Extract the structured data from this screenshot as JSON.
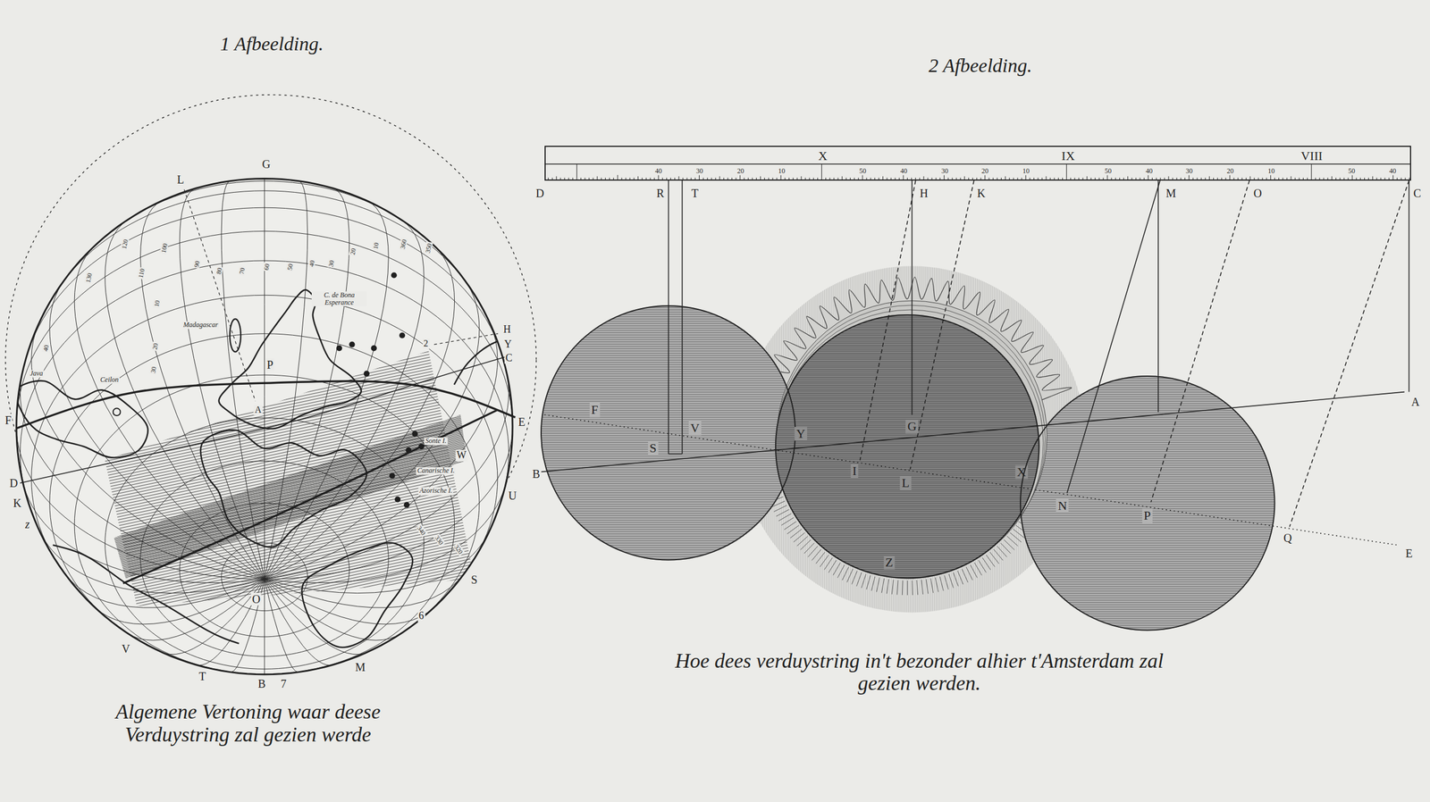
{
  "diagram": {
    "nodes": [
      {
        "text": [
          "X",
          "IX",
          "VIII"
        ]
      },
      {
        "text": [
          "F",
          "V",
          "S"
        ]
      },
      {
        "text": [
          "G",
          "Y",
          "I",
          "L",
          "X",
          "Z"
        ]
      },
      {
        "text": [
          "N",
          "P"
        ]
      }
    ],
    "edges": [
      {
        "from": 0,
        "to": 1,
        "arrow": "none"
      },
      {
        "from": 0,
        "to": 1,
        "arrow": "none"
      },
      {
        "from": 0,
        "to": 2,
        "arrow": "none"
      },
      {
        "from": 0,
        "to": 2,
        "arrow": "none"
      },
      {
        "from": 0,
        "to": 2,
        "arrow": "none"
      },
      {
        "from": 0,
        "to": 3,
        "arrow": "none"
      },
      {
        "from": 0,
        "to": 3,
        "arrow": "none"
      },
      {
        "from": 0,
        "to": 3,
        "arrow": "none"
      }
    ],
    "labels": [
      "1 Afbeelding.",
      "2 Afbeelding.",
      "G",
      "L",
      "C. de Bona Esperance",
      "Madagascar",
      "H",
      "Y",
      "C",
      "2",
      "P",
      "Java",
      "Ceilon",
      "A",
      "F",
      "E",
      "Sonte I.",
      "W",
      "Canarische I.",
      "D",
      "Azorische I.",
      "K",
      "U",
      "z",
      "S",
      "O",
      "6",
      "V",
      "M",
      "T",
      "B",
      "7",
      "Algemene Vertoning waar deese Verduystring zal gezien werde",
      "130",
      "120",
      "110",
      "100",
      "90",
      "80",
      "70",
      "60",
      "50",
      "40",
      "30",
      "20",
      "10",
      "360",
      "350",
      "10",
      "20",
      "30",
      "40",
      "340",
      "330",
      "320",
      "D",
      "R",
      "T",
      "H",
      "K",
      "M",
      "O",
      "C",
      "A",
      "B",
      "Q",
      "E",
      "40",
      "30",
      "20",
      "10",
      "50",
      "40",
      "30",
      "20",
      "10",
      "50",
      "40",
      "30",
      "20",
      "10",
      "50",
      "40",
      "Hoe dees verduystring in't bezonder alhier t'Amsterdam zal gezien werden."
    ]
  }
}
